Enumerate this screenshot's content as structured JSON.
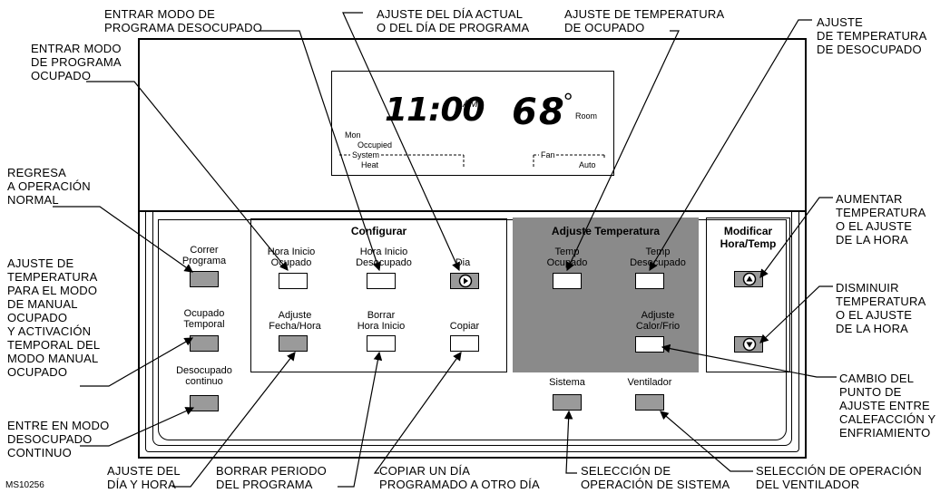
{
  "figure_id": "MS10256",
  "callouts": {
    "entrar_modo_programa_ocupado": "ENTRAR MODO\nDE PROGRAMA\nOCUPADO",
    "entrar_modo_desocupado": "ENTRAR MODO DE\nPROGRAMA DESOCUPADO",
    "ajuste_dia": "AJUSTE DEL DÍA ACTUAL\nO DEL DÍA DE PROGRAMA",
    "ajuste_temp_ocupado": "AJUSTE DE TEMPERATURA\nDE OCUPADO",
    "ajuste_temp_desocupado": "AJUSTE\nDE TEMPERATURA\nDE DESOCUPADO",
    "regresa_normal": "REGRESA\nA OPERACIÓN\nNORMAL",
    "ajuste_manual": "AJUSTE DE\nTEMPERATURA\nPARA EL MODO\nDE MANUAL\nOCUPADO\nY ACTIVACIÓN\nTEMPORAL DEL\nMODO MANUAL\nOCUPADO",
    "entre_desocupado": "ENTRE EN MODO\nDESOCUPADO\nCONTINUO",
    "aumentar": "AUMENTAR\nTEMPERATURA\nO EL AJUSTE\nDE LA HORA",
    "disminuir": "DISMINUIR\nTEMPERATURA\nO EL AJUSTE\nDE LA HORA",
    "cambio_punto": "CAMBIO DEL\nPUNTO DE\nAJUSTE ENTRE\nCALEFACCIÓN Y\nENFRIAMIENTO",
    "ajuste_dia_hora": "AJUSTE DEL\nDÍA Y HORA",
    "borrar_periodo": "BORRAR PERIODO\nDEL PROGRAMA",
    "copiar_dia": "COPIAR UN DÍA\nPROGRAMADO A OTRO DÍA",
    "seleccion_sistema": "SELECCIÓN DE\nOPERACIÓN DE SISTEMA",
    "seleccion_ventilador": "SELECCIÓN DE OPERACIÓN\nDEL VENTILADOR"
  },
  "display": {
    "time": "11:00",
    "ampm": "AM",
    "temperature": "68",
    "degree": "°",
    "room": "Room",
    "day": "Mon",
    "occupied": "Occupied",
    "system": "System",
    "heat": "Heat",
    "fan": "Fan",
    "auto": "Auto"
  },
  "panel": {
    "configurar_title": "Configurar",
    "adjuste_title": "Adjuste Temperatura",
    "modificar_title": "Modificar\nHora/Temp",
    "correr_programa": "Correr\nPrograma",
    "ocupado_temporal": "Ocupado\nTemporal",
    "desocupado_continuo": "Desocupado\ncontinuo",
    "hora_inicio_ocupado": "Hora Inicio\nOcupado",
    "hora_inicio_desocupado": "Hora Inicio\nDesocupado",
    "dia": "Dia",
    "adjuste_fecha_hora": "Adjuste\nFecha/Hora",
    "borrar_hora_inicio": "Borrar\nHora Inicio",
    "copiar": "Copiar",
    "temp_ocupado": "Temp\nOcupado",
    "temp_desocupado": "Temp\nDesocupado",
    "adjuste_calor_frio": "Adjuste\nCalor/Frio",
    "sistema": "Sistema",
    "ventilador": "Ventilador"
  },
  "colors": {
    "panel_gray": "#8a8a8a",
    "button_gray": "#9a9a9a"
  }
}
